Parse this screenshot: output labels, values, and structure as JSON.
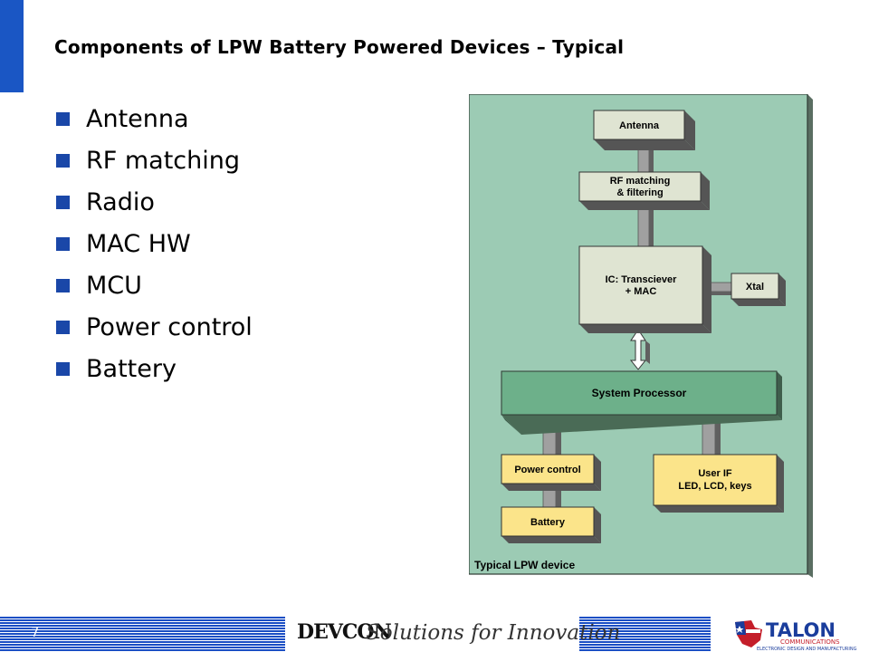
{
  "slide": {
    "title": "Components of LPW Battery Powered Devices – Typical",
    "bullets": [
      "Antenna",
      "RF matching",
      "Radio",
      "MAC HW",
      "MCU",
      "Power control",
      "Battery"
    ],
    "page_number": "7"
  },
  "diagram": {
    "caption": "Typical LPW device",
    "blocks": {
      "antenna": "Antenna",
      "rf_line1": "RF matching",
      "rf_line2": "& filtering",
      "ic_line1": "IC: Transciever",
      "ic_line2": "+ MAC",
      "xtal": "Xtal",
      "system_processor": "System Processor",
      "power_control": "Power control",
      "user_if_line1": "User IF",
      "user_if_line2": "LED, LCD, keys",
      "battery": "Battery"
    },
    "colors": {
      "background": "#9ccbb4",
      "light_block": "#dfe4d2",
      "processor": "#6db08a",
      "yellow_block": "#fbe48a"
    }
  },
  "footer": {
    "brand": "DEVCON",
    "tagline": "Solutions for Innovation",
    "logo_name": "TALON",
    "logo_sub1": "COMMUNICATIONS",
    "logo_sub2": "ELECTRONIC DESIGN AND MANUFACTURING",
    "stripe_color": "#1a4ec4"
  }
}
